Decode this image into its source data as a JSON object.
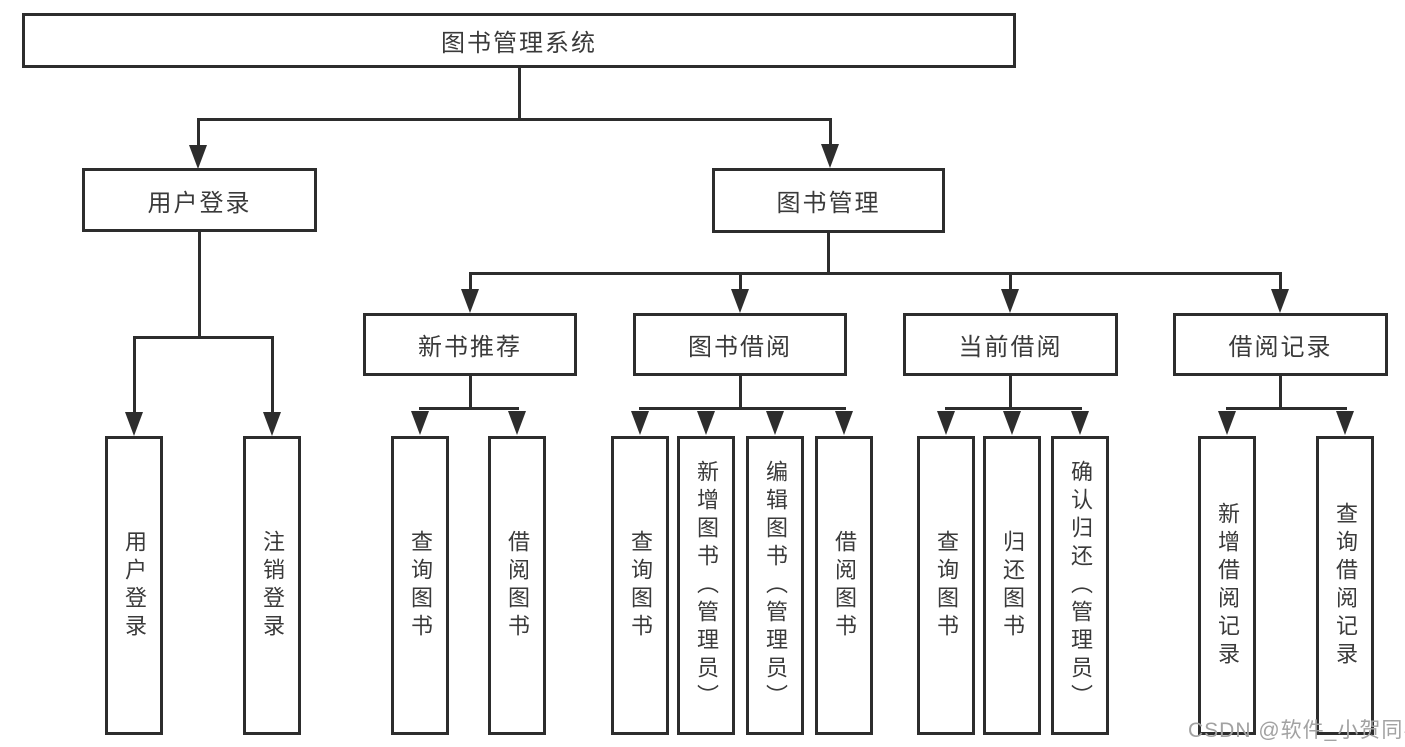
{
  "colors": {
    "line": "#2d2d2d",
    "text": "#3a3a3a",
    "background": "#ffffff",
    "watermark": "#a2a2a2"
  },
  "tree": {
    "root": {
      "label": "图书管理系统",
      "children": [
        {
          "label": "用户登录",
          "children": [
            {
              "label": "用户登录"
            },
            {
              "label": "注销登录"
            }
          ]
        },
        {
          "label": "图书管理",
          "children": [
            {
              "label": "新书推荐",
              "children": [
                {
                  "label": "查询图书"
                },
                {
                  "label": "借阅图书"
                }
              ]
            },
            {
              "label": "图书借阅",
              "children": [
                {
                  "label": "查询图书"
                },
                {
                  "label": "新增图书（管理员）"
                },
                {
                  "label": "编辑图书（管理员）"
                },
                {
                  "label": "借阅图书"
                }
              ]
            },
            {
              "label": "当前借阅",
              "children": [
                {
                  "label": "查询图书"
                },
                {
                  "label": "归还图书"
                },
                {
                  "label": "确认归还（管理员）"
                }
              ]
            },
            {
              "label": "借阅记录",
              "children": [
                {
                  "label": "新增借阅记录"
                },
                {
                  "label": "查询借阅记录"
                }
              ]
            }
          ]
        }
      ]
    }
  },
  "watermark": {
    "text": "CSDN @软件_小贺同学"
  }
}
